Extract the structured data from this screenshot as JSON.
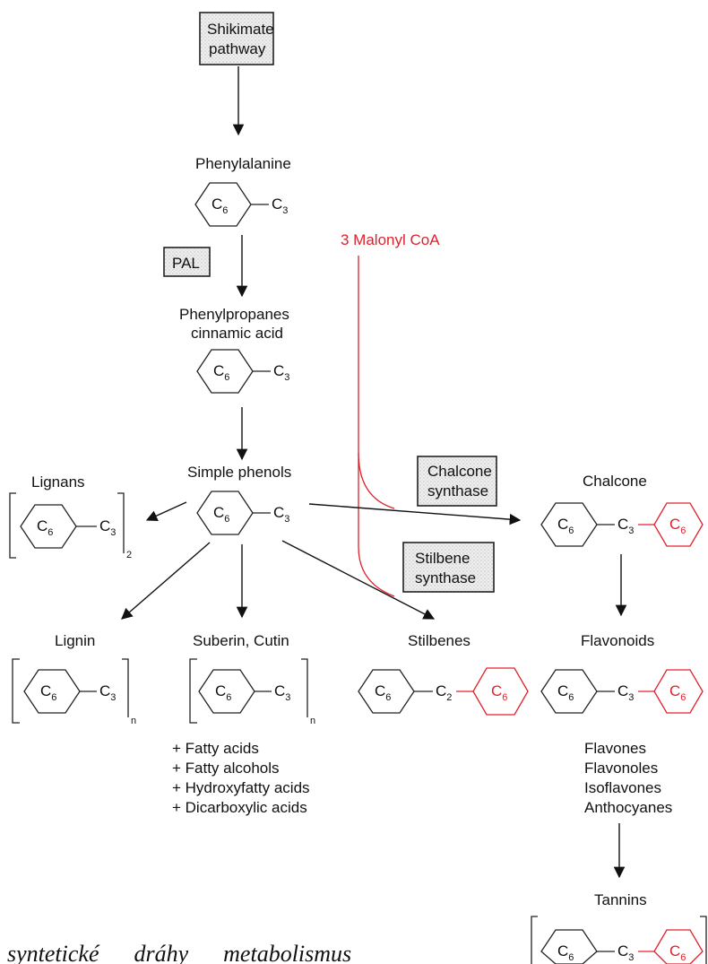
{
  "boxes": {
    "shikimate_l1": "Shikimate",
    "shikimate_l2": "pathway",
    "pal": "PAL",
    "chalcone_synthase_l1": "Chalcone",
    "chalcone_synthase_l2": "synthase",
    "stilbene_synthase_l1": "Stilbene",
    "stilbene_synthase_l2": "synthase"
  },
  "labels": {
    "phenylalanine": "Phenylalanine",
    "malonyl": "3 Malonyl CoA",
    "phenylpropanes_l1": "Phenylpropanes",
    "phenylpropanes_l2": "cinnamic acid",
    "simple_phenols": "Simple phenols",
    "lignans": "Lignans",
    "chalcone": "Chalcone",
    "lignin": "Lignin",
    "suberin": "Suberin, Cutin",
    "stilbenes": "Stilbenes",
    "flavonoids": "Flavonoids",
    "tannins": "Tannins"
  },
  "formula": {
    "c": "C",
    "six": "6",
    "three": "3",
    "two": "2",
    "sub_2": "2",
    "sub_n": "n"
  },
  "suberin_list": [
    "+ Fatty acids",
    "+ Fatty alcohols",
    "+ Hydroxyfatty acids",
    "+ Dicarboxylic acids"
  ],
  "flavonoid_list": [
    "Flavones",
    "Flavonoles",
    "Isoflavones",
    "Anthocyanes"
  ],
  "caption": "syntetické      dráhy      metabolismus",
  "colors": {
    "ink": "#111111",
    "accent": "#e0202a",
    "box_fill": "#ececec"
  }
}
